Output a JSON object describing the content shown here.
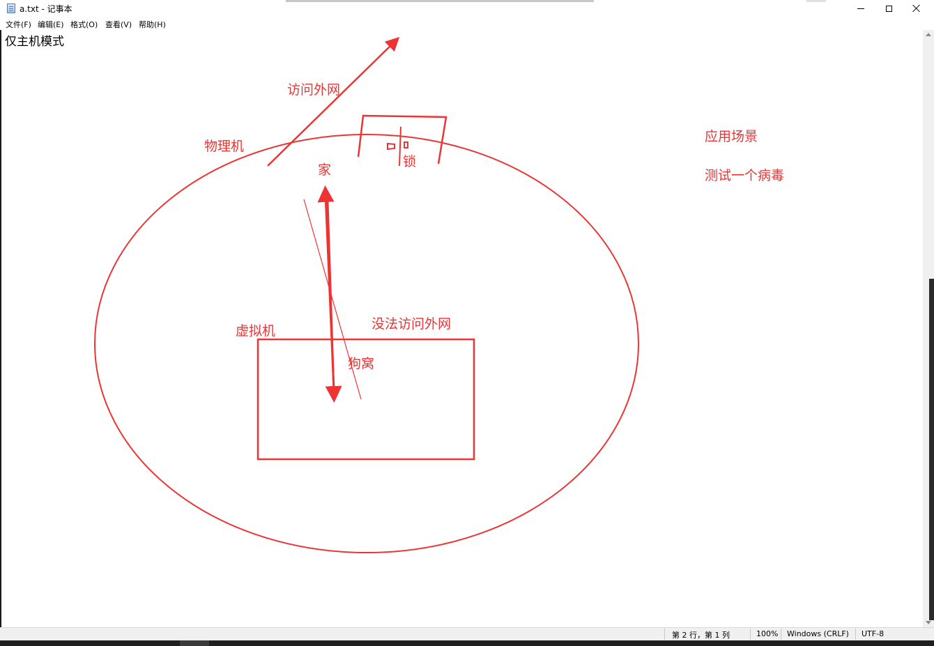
{
  "window": {
    "title": "a.txt - 记事本"
  },
  "menubar": {
    "items": [
      "文件(F)",
      "编辑(E)",
      "格式(O)",
      "查看(V)",
      "帮助(H)"
    ]
  },
  "editor": {
    "content": "仅主机模式"
  },
  "annotations": {
    "color": "#ee3333",
    "labels": {
      "access_internet": "访问外网",
      "physical_machine": "物理机",
      "home": "家",
      "lock": "锁",
      "use_case": "应用场景",
      "test_virus": "测试一个病毒",
      "virtual_machine": "虚拟机",
      "no_internet": "没法访问外网",
      "doghouse": "狗窝"
    }
  },
  "statusbar": {
    "position": "第 2 行，第 1 列",
    "zoom": "100%",
    "line_ending": "Windows (CRLF)",
    "encoding": "UTF-8"
  }
}
